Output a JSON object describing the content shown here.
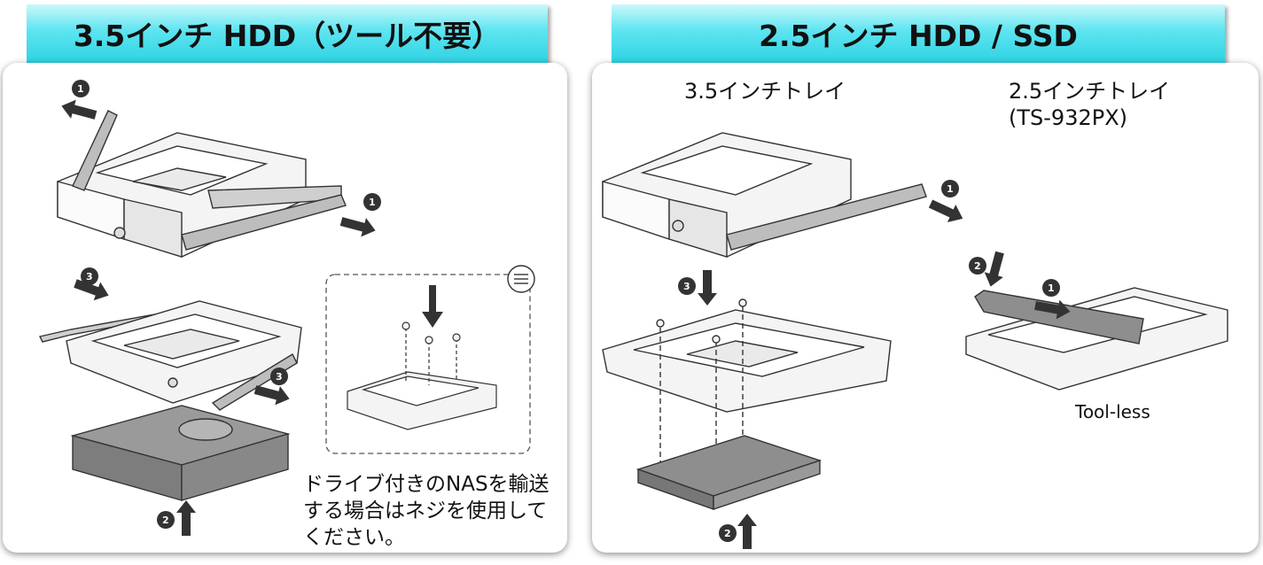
{
  "left_panel": {
    "title": "3.5インチ HDD（ツール不要）",
    "note_lines": [
      "ドライブ付きのNASを輸送",
      "する場合はネジを使用して",
      "ください。"
    ],
    "steps": [
      "1",
      "1",
      "3",
      "3",
      "2"
    ]
  },
  "right_panel": {
    "title": "2.5インチ HDD / SSD",
    "tray35_label": "3.5インチトレイ",
    "tray25_label_lines": [
      "2.5インチトレイ",
      "(TS-932PX)"
    ],
    "toolless_label": "Tool-less",
    "steps": [
      "1",
      "3",
      "2",
      "2",
      "1"
    ]
  },
  "colors": {
    "banner_accent": "#2fd3e3",
    "line_art": "#333333",
    "tray_fill": "#f4f4f4",
    "drive_fill": "#8e8e8e"
  }
}
